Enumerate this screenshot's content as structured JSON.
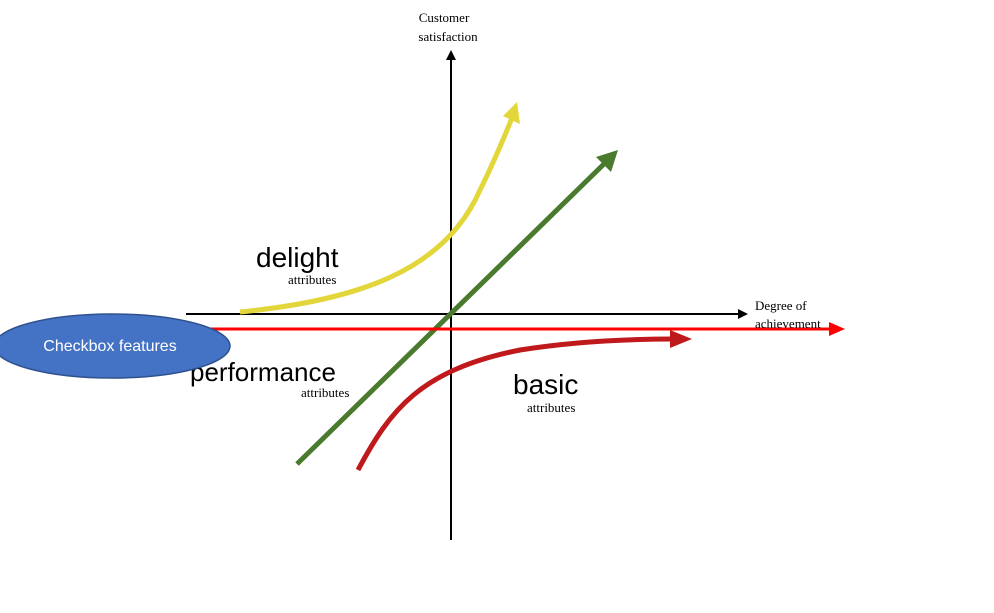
{
  "axes": {
    "y_label_line1": "Customer",
    "y_label_line2": "satisfaction",
    "x_label_line1": "Degree of",
    "x_label_line2": "achievement"
  },
  "curves": {
    "delight": {
      "title": "delight",
      "subtitle": "attributes",
      "color": "#e3d63a"
    },
    "performance": {
      "title": "performance",
      "subtitle": "attributes",
      "color": "#4a7a2e"
    },
    "basic": {
      "title": "basic",
      "subtitle": "attributes",
      "color": "#c0191c"
    }
  },
  "callout": {
    "label": "Checkbox features",
    "fill": "#4472c4",
    "line_color": "#ff0000"
  }
}
